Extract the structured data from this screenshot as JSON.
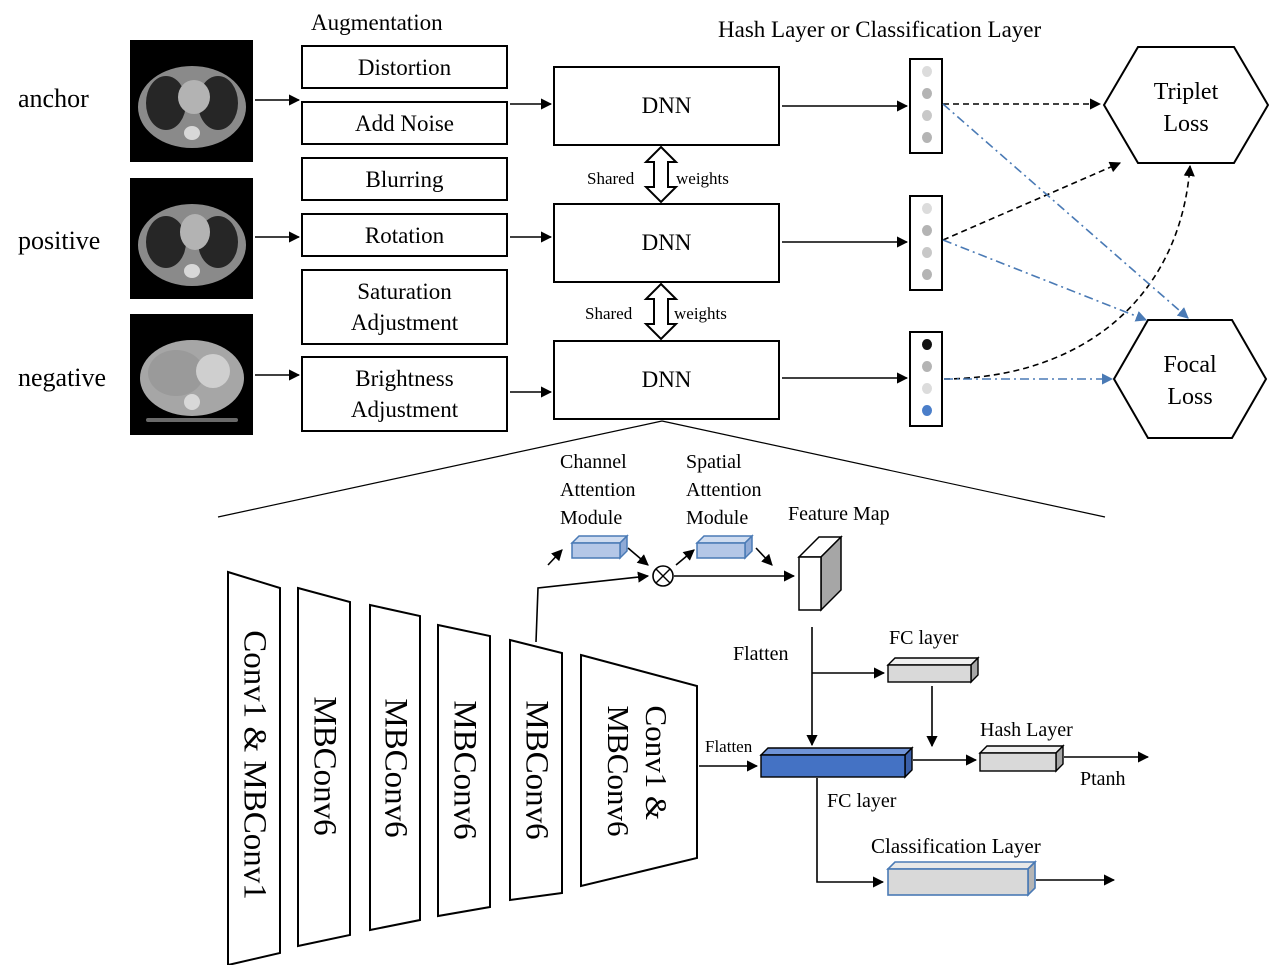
{
  "headers": {
    "augmentation": "Augmentation",
    "hash_or_class": "Hash Layer or Classification Layer"
  },
  "inputs": [
    {
      "label": "anchor"
    },
    {
      "label": "positive"
    },
    {
      "label": "negative"
    }
  ],
  "augmentations": [
    "Distortion",
    "Add Noise",
    "Blurring",
    "Rotation",
    "Saturation\nAdjustment",
    "Brightness\nAdjustment"
  ],
  "dnn": [
    "DNN",
    "DNN",
    "DNN"
  ],
  "shared": [
    {
      "left": "Shared",
      "right": "weights"
    },
    {
      "left": "Shared",
      "right": "weights"
    }
  ],
  "losses": {
    "triplet": "Triplet\nLoss",
    "focal": "Focal\nLoss"
  },
  "backbone": {
    "layers": [
      "Conv1 & MBConv1",
      "MBConv6",
      "MBConv6",
      "MBConv6",
      "MBConv6",
      "Conv1 &\nMBConv6"
    ],
    "channel_attention": "Channel\nAttention\nModule",
    "spatial_attention": "Spatial\nAttention\nModule",
    "feature_map": "Feature Map",
    "multiply_symbol": "⊗",
    "flatten_a": "Flatten",
    "flatten_b": "Flatten",
    "fc_top": "FC layer",
    "fc_bottom": "FC layer",
    "hash_layer": "Hash Layer",
    "ptanh": "Ptanh",
    "classification_layer": "Classification Layer"
  },
  "colors": {
    "blue_dash": "#4a7ab5",
    "feature_blue": "#4472c4",
    "module_fill": "#b4c7e7",
    "gray_fill": "#d9d9d9"
  }
}
